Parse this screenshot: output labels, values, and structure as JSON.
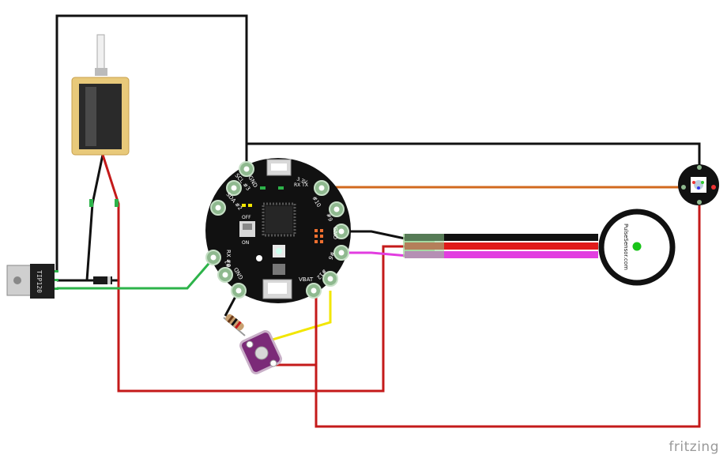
{
  "watermark": "fritzing",
  "board": {
    "pins": {
      "gnd_top": "GND",
      "scl": "SCL #3",
      "sda": "SDA #2",
      "v33": "3.3V",
      "d10": "#10",
      "d9": "#9",
      "gnd_right": "GND",
      "d6": "#6",
      "d12": "#12",
      "vbat": "VBAT",
      "gnd_bottom": "GND",
      "d1": "#1",
      "rx": "RX #0",
      "off": "OFF",
      "on": "ON",
      "rxtx": "RX TX"
    }
  },
  "transistor": {
    "label": "TIP120"
  },
  "sensor": {
    "label": "PulseSensor.com"
  },
  "colors": {
    "black": "#111111",
    "red": "#c41a1a",
    "green": "#2db34a",
    "yellow": "#f2e600",
    "orange": "#d2691e",
    "magenta": "#e23de0",
    "board": "#111111",
    "pad": "#8fb98f",
    "solenoid_frame": "#e8c97a",
    "switch": "#7b2a78"
  },
  "icons": [
    "solenoid-icon",
    "transistor-icon",
    "diode-icon",
    "resistor-icon",
    "switch-icon",
    "neopixel-icon",
    "pulse-sensor-icon",
    "usb-port-icon",
    "battery-connector-icon",
    "microcontroller-chip-icon"
  ]
}
